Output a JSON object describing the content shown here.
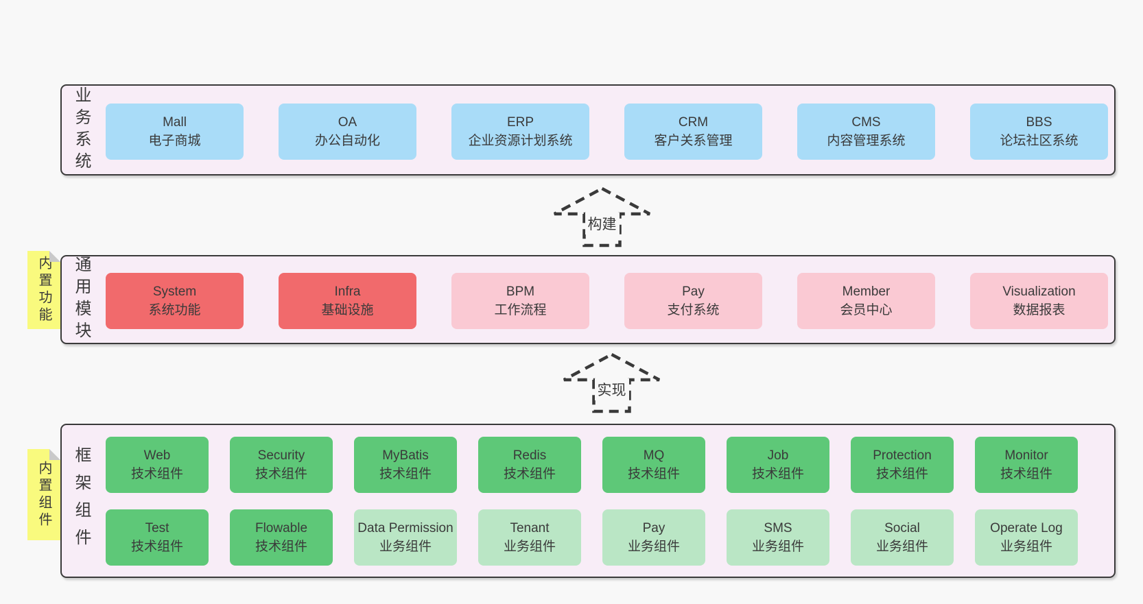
{
  "colors": {
    "page_bg": "#f8f8f8",
    "container_bg": "#f8edf7",
    "container_border": "#3a3a3a",
    "blue": "#a9dcf8",
    "red": "#f16a6c",
    "pink": "#fac9d3",
    "green": "#5ec878",
    "light_green": "#bae6c5",
    "sticky_yellow": "#f9fa7e",
    "text": "#3a3a3a"
  },
  "bands": [
    {
      "label": "业务系统",
      "boxes": [
        {
          "name": "Mall",
          "desc": "电子商城"
        },
        {
          "name": "OA",
          "desc": "办公自动化"
        },
        {
          "name": "ERP",
          "desc": "企业资源计划系统"
        },
        {
          "name": "CRM",
          "desc": "客户关系管理"
        },
        {
          "name": "CMS",
          "desc": "内容管理系统"
        },
        {
          "name": "BBS",
          "desc": "论坛社区系统"
        }
      ]
    },
    {
      "label": "通用模块",
      "sticky": "内置功能",
      "boxes": [
        {
          "name": "System",
          "desc": "系统功能"
        },
        {
          "name": "Infra",
          "desc": "基础设施"
        },
        {
          "name": "BPM",
          "desc": "工作流程"
        },
        {
          "name": "Pay",
          "desc": "支付系统"
        },
        {
          "name": "Member",
          "desc": "会员中心"
        },
        {
          "name": "Visualization",
          "desc": "数据报表"
        }
      ]
    },
    {
      "label": "框架组件",
      "sticky": "内置组件",
      "rows": [
        [
          {
            "name": "Web",
            "desc": "技术组件"
          },
          {
            "name": "Security",
            "desc": "技术组件"
          },
          {
            "name": "MyBatis",
            "desc": "技术组件"
          },
          {
            "name": "Redis",
            "desc": "技术组件"
          },
          {
            "name": "MQ",
            "desc": "技术组件"
          },
          {
            "name": "Job",
            "desc": "技术组件"
          },
          {
            "name": "Protection",
            "desc": "技术组件"
          },
          {
            "name": "Monitor",
            "desc": "技术组件"
          }
        ],
        [
          {
            "name": "Test",
            "desc": "技术组件"
          },
          {
            "name": "Flowable",
            "desc": "技术组件"
          },
          {
            "name": "Data Permission",
            "desc": "业务组件"
          },
          {
            "name": "Tenant",
            "desc": "业务组件"
          },
          {
            "name": "Pay",
            "desc": "业务组件"
          },
          {
            "name": "SMS",
            "desc": "业务组件"
          },
          {
            "name": "Social",
            "desc": "业务组件"
          },
          {
            "name": "Operate Log",
            "desc": "业务组件"
          }
        ]
      ]
    }
  ],
  "arrows": [
    {
      "label": "构建"
    },
    {
      "label": "实现"
    }
  ]
}
